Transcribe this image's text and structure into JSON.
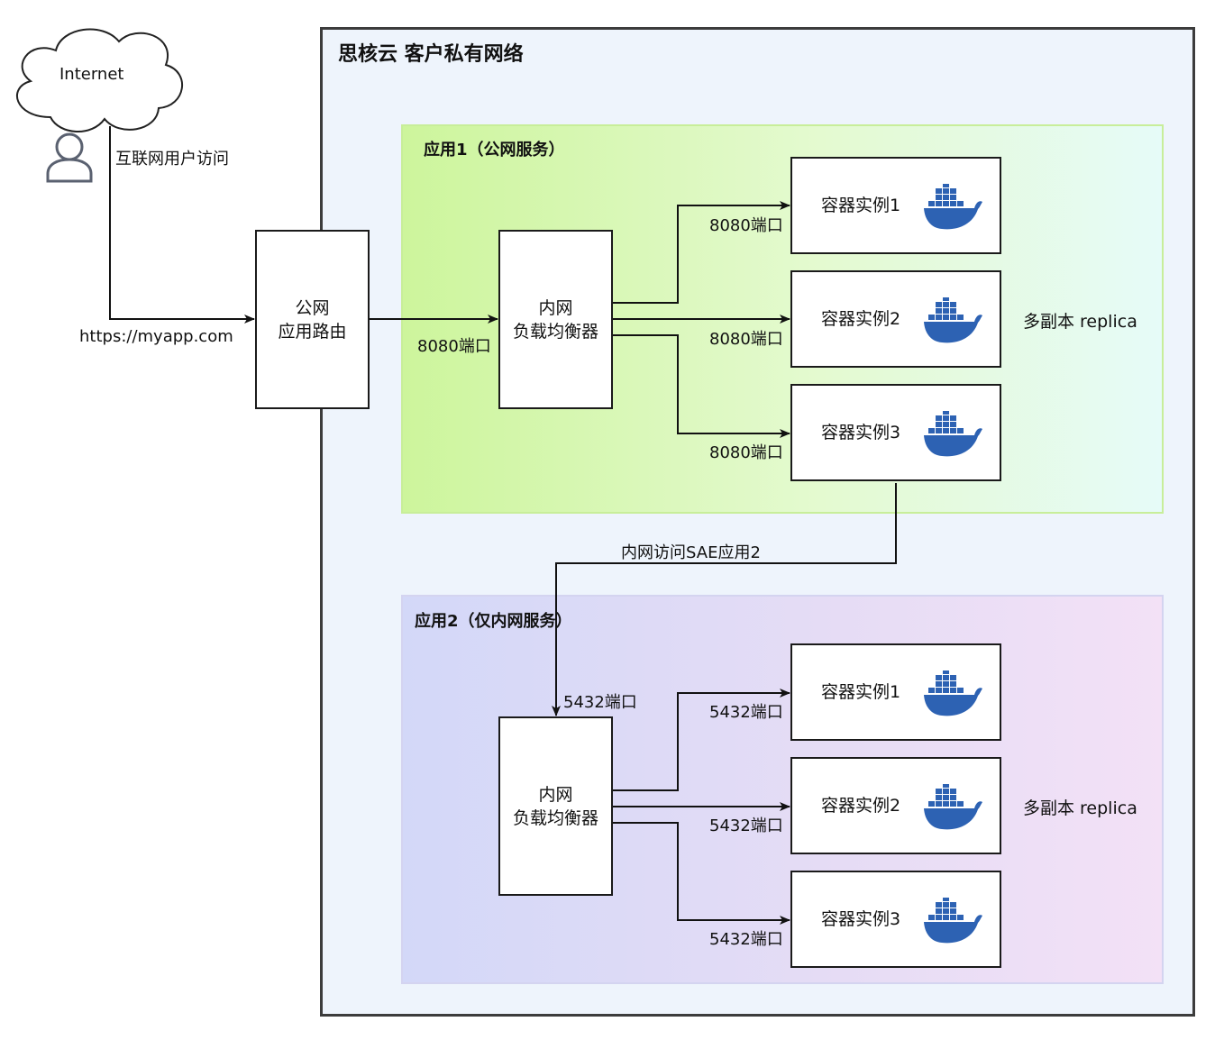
{
  "vpc": {
    "title": "思核云 客户私有网络"
  },
  "internet": {
    "cloud_label": "Internet",
    "user_access_label": "互联网用户访问",
    "url": "https://myapp.com"
  },
  "router": {
    "line1": "公网",
    "line2": "应用路由"
  },
  "app1": {
    "title": "应用1（公网服务）",
    "lb_line1": "内网",
    "lb_line2": "负载均衡器",
    "lb_port": "8080端口",
    "instances": [
      {
        "label": "容器实例1",
        "port": "8080端口"
      },
      {
        "label": "容器实例2",
        "port": "8080端口"
      },
      {
        "label": "容器实例3",
        "port": "8080端口"
      }
    ],
    "replica_label": "多副本 replica"
  },
  "link": {
    "label": "内网访问SAE应用2"
  },
  "app2": {
    "title": "应用2（仅内网服务）",
    "lb_line1": "内网",
    "lb_line2": "负载均衡器",
    "lb_port": "5432端口",
    "instances": [
      {
        "label": "容器实例1",
        "port": "5432端口"
      },
      {
        "label": "容器实例2",
        "port": "5432端口"
      },
      {
        "label": "容器实例3",
        "port": "5432端口"
      }
    ],
    "replica_label": "多副本 replica"
  },
  "colors": {
    "docker": "#2d62b3",
    "app1_bg": "#cdf59c",
    "app2_bg": "#d3d8f8",
    "vpc_bg": "#eef4fc"
  }
}
